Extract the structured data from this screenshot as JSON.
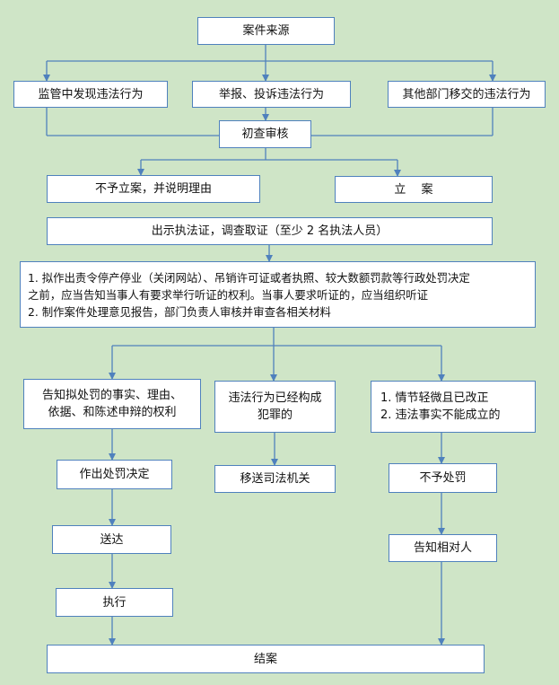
{
  "colors": {
    "background": "#cfe5c7",
    "line": "#4f81bd",
    "box": "#ffffff"
  },
  "nodes": {
    "case_source": "案件来源",
    "source_supervision": "监管中发现违法行为",
    "source_report": "举报、投诉违法行为",
    "source_transfer": "其他部门移交的违法行为",
    "initial_review": "初查审核",
    "no_filing": "不予立案，并说明理由",
    "filing": "立　 案",
    "show_cert": "出示执法证，调查取证（至少 2 名执法人员）",
    "procedure": {
      "line1": "1.  拟作出责令停产停业（关闭网站）、吊销许可证或者执照、较大数额罚款等行政处罚决定",
      "line2": "之前，应当告知当事人有要求举行听证的权利。当事人要求听证的，应当组织听证",
      "line3": "2.  制作案件处理意见报告，部门负责人审核并审查各相关材料"
    },
    "notify_rights": {
      "line1": "告知拟处罚的事实、理由、",
      "line2": "依据、和陈述申辩的权利"
    },
    "crime": {
      "line1": "违法行为已经构成",
      "line2": "犯罪的"
    },
    "minor": {
      "line1": "1.  情节轻微且已改正",
      "line2": "2.  违法事实不能成立的"
    },
    "decision": "作出处罚决定",
    "transfer_judicial": "移送司法机关",
    "no_penalty": "不予处罚",
    "deliver": "送达",
    "notify_party": "告知相对人",
    "execute": "执行",
    "close_case": "结案"
  }
}
